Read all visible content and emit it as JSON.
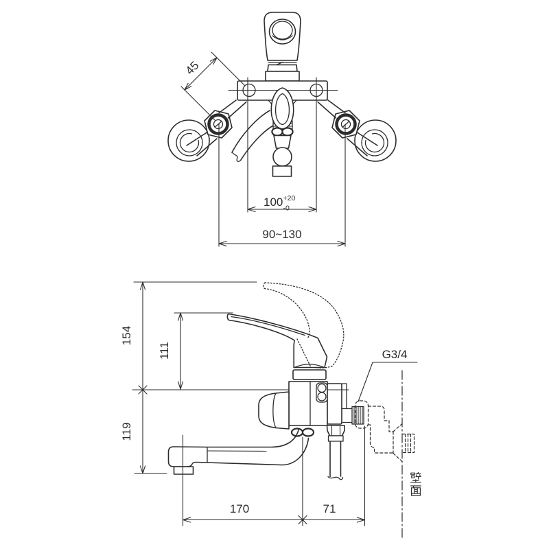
{
  "colors": {
    "background": "#ffffff",
    "line": "#2c2c2c"
  },
  "front_view": {
    "dim_crank_offset": "45",
    "dim_mounting_pitch": {
      "value": "100",
      "tol_plus": "+20",
      "tol_minus": "-0"
    },
    "dim_wall_pitch_range": "90~130"
  },
  "side_view": {
    "dim_total_height": "154",
    "dim_handle_height": "111",
    "dim_spout_drop": "119",
    "dim_spout_reach": "170",
    "dim_wall_offset": "71",
    "thread_label": "G3/4",
    "wall_label": "壁面"
  }
}
